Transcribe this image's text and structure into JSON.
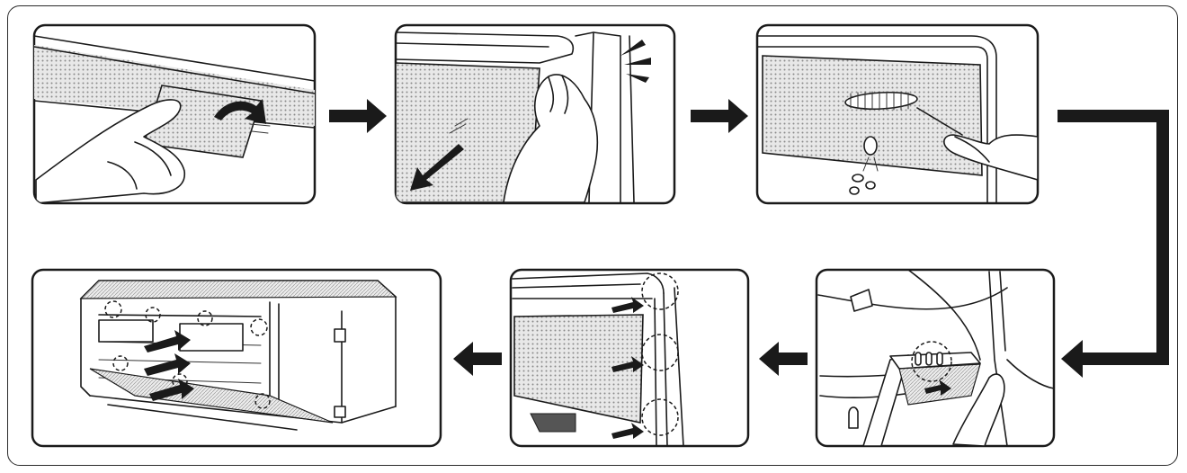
{
  "diagram": {
    "kind": "filter-cleaning-steps",
    "panel_count": 6,
    "flow": [
      "panel-1",
      "panel-2",
      "panel-3",
      "panel-4",
      "panel-5",
      "panel-6"
    ],
    "panels": [
      {
        "id": "panel-1",
        "depicts": "push-filter-tab"
      },
      {
        "id": "panel-2",
        "depicts": "pull-filter-down"
      },
      {
        "id": "panel-3",
        "depicts": "brush-filter-clean"
      },
      {
        "id": "panel-4",
        "depicts": "insert-filter-hooks"
      },
      {
        "id": "panel-5",
        "depicts": "slide-filter-back"
      },
      {
        "id": "panel-6",
        "depicts": "filter-fitted-unit"
      }
    ],
    "colors": {
      "ink": "#1a1a1a",
      "mesh": "#9a9a9a",
      "paper": "#ffffff"
    }
  }
}
